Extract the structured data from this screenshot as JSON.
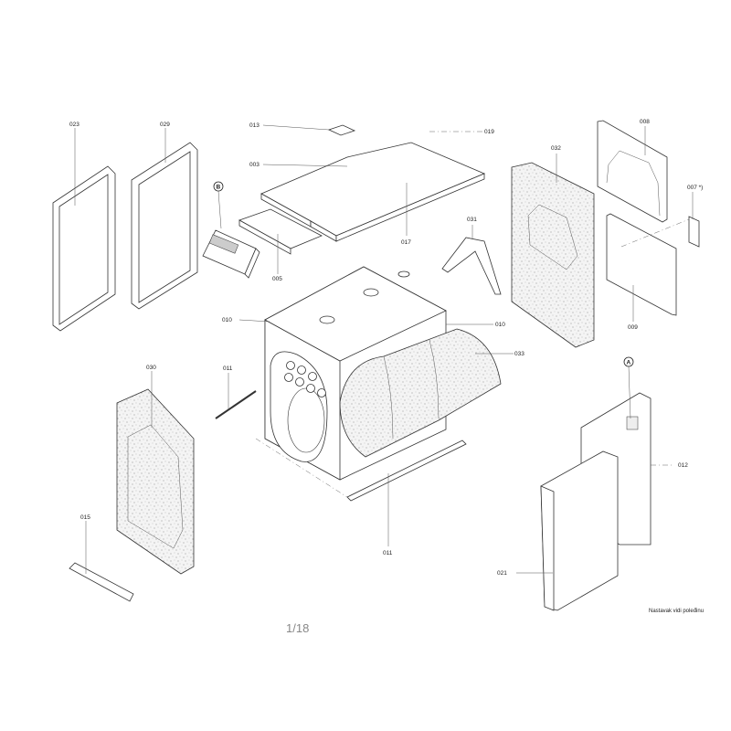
{
  "document": {
    "page_indicator": "1/18",
    "footer_note": "Nastavak vidi poleđinu"
  },
  "callouts": {
    "c023": "023",
    "c029": "029",
    "c013": "013",
    "c003": "003",
    "c019": "019",
    "c017": "017",
    "c005": "005",
    "cB": "B",
    "c032": "032",
    "c008": "008",
    "c007": "007 *)",
    "c031": "031",
    "c010a": "010",
    "c010b": "010",
    "c033": "033",
    "c009": "009",
    "c011a": "011",
    "c030": "030",
    "c011b": "011",
    "c015": "015",
    "cA": "A",
    "c012": "012",
    "c021": "021"
  }
}
